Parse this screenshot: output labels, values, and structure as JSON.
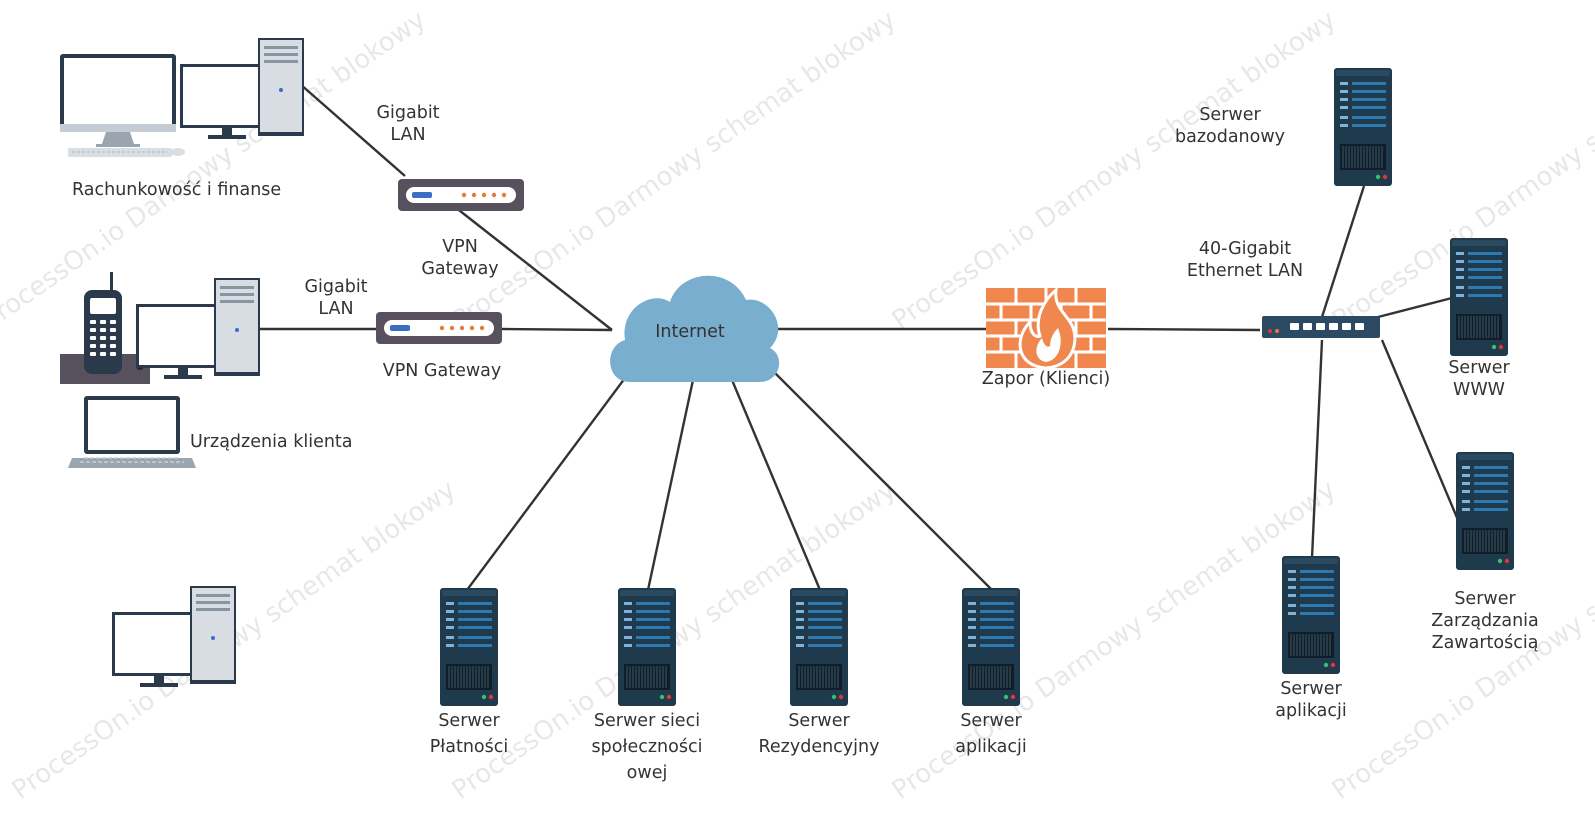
{
  "watermark": "ProcessOn.io Darmowy schemat blokowy",
  "labels": {
    "accounting": "Rachunkowość i finanse",
    "gigabit_lan_top": [
      "Gigabit",
      "LAN"
    ],
    "vpn_gateway_top": [
      "VPN",
      "Gateway"
    ],
    "gigabit_lan_mid": [
      "Gigabit",
      "LAN"
    ],
    "vpn_gateway_mid": "VPN Gateway",
    "client_devices": "Urządzenia klienta",
    "internet": "Internet",
    "firewall": "Zapor (Klienci)",
    "ethernet_40g": [
      "40-Gigabit",
      "Ethernet LAN"
    ],
    "db_server": [
      "Serwer",
      "bazodanowy"
    ],
    "www_server": [
      "Serwer",
      "WWW"
    ],
    "cms_server": [
      "Serwer",
      "Zarządzania",
      "Zawartością"
    ],
    "app_server_right": [
      "Serwer",
      "aplikacji"
    ],
    "payment_server": [
      "Serwer",
      "Płatności"
    ],
    "social_server": [
      "Serwer sieci",
      "społeczności",
      "owej"
    ],
    "resident_server": [
      "Serwer",
      "Rezydencyjny"
    ],
    "app_server_bottom": [
      "Serwer",
      "aplikacji"
    ]
  },
  "colors": {
    "line": "#333333",
    "cloud": "#7aaece",
    "firewall": "#f0874f",
    "server_body": "#1f3a4c",
    "server_stripe": "#2d7ab0",
    "router_body": "#57505d",
    "router_led": "#e47a3c",
    "router_port": "#3a6fc4",
    "switch_body": "#2c4a63",
    "monitor_frame": "#2b3a4a",
    "tower": "#d7dde2"
  },
  "icons": [
    "imac-icon",
    "desktop-computer-icon",
    "router-icon",
    "phone-icon",
    "laptop-icon",
    "cloud-icon",
    "firewall-icon",
    "switch-icon",
    "server-icon"
  ]
}
